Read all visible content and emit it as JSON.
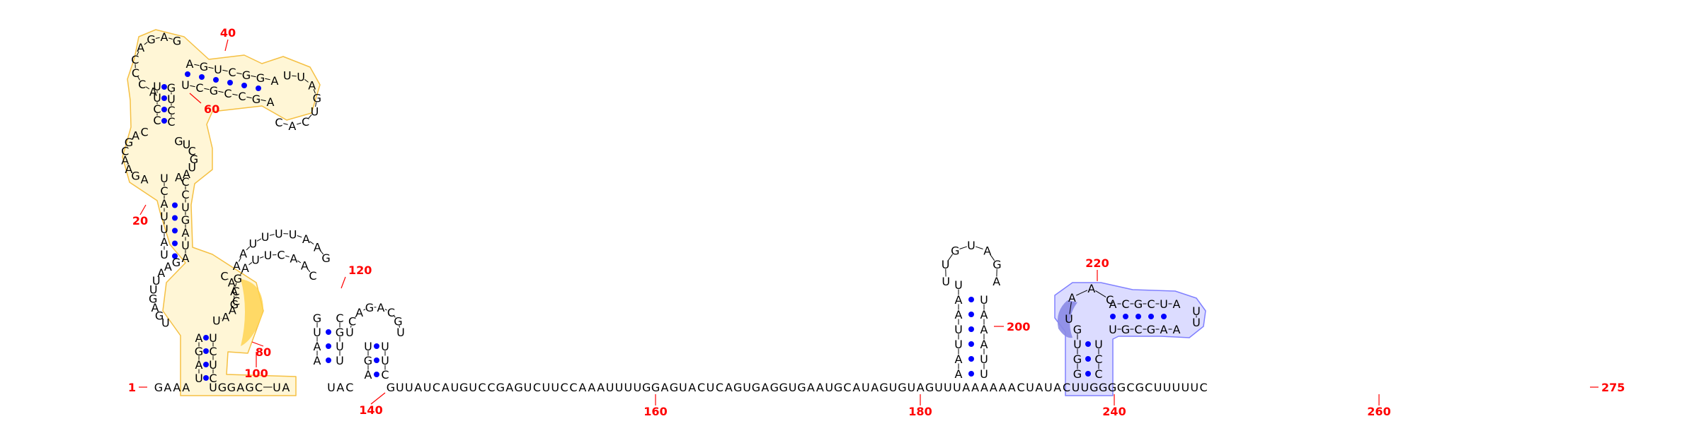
{
  "diagram": {
    "type": "rna-secondary-structure",
    "length_label": "275",
    "colors": {
      "nucleotide": "#000000",
      "base_pair": "#0000ff",
      "backbone": "#000000",
      "position_label": "#ff0000",
      "highlight_yellow_fill": "#fff6d6",
      "highlight_yellow_stroke": "#f5c043",
      "highlight_yellow_dark": "#ffd24a",
      "highlight_blue_fill": "#dcdcff",
      "highlight_blue_stroke": "#8080ff",
      "highlight_blue_dark": "#8a8ae6"
    },
    "position_labels": [
      "1",
      "20",
      "40",
      "60",
      "80",
      "100",
      "120",
      "140",
      "160",
      "180",
      "200",
      "220",
      "240",
      "260",
      "275"
    ],
    "tail_sequence": "GUUAUCAUGUCCGAGUCUUCCAAAUUUUGGAGUACUCAGUGAGGUGAAUGCAUAGUGUAGUUUAAAAAACUAUACUUGGGGCGCUUUUUC",
    "five_prime": "GAAAUGGAGCUAUAC",
    "helix_1_5p": "AGA",
    "helix_1_3p": "UCU",
    "bulge_1": "UGAGUUAAG",
    "helix_2_5p": "UAUUACU",
    "helix_2_3p": "AUAGUCC",
    "internal_loop": "AGAACGAC",
    "internal_loop_2": "GUCGUAA",
    "helix_3": "CCUU",
    "helix_3b": "CCUG",
    "apical_1": "ACCCAGAG",
    "helix_4_5p": "AGUCGGA",
    "helix_4_3p": "UCGCCGA",
    "apical_2": "UUAGUCAC",
    "multiloop_a": "GAGAUUCAAC",
    "multiloop_b": "AAUUUUAAG",
    "hp_120": "AUGUCA",
    "hp_120_loop": "GACGU",
    "hp_140": "AGU",
    "hp_140b": "CUU",
    "hp_200_5p": "AAUUAAU",
    "hp_200_3p": "UUAAAU",
    "hp_200_loop": "UUGUAGA",
    "hp_220_5p": "GGUG",
    "hp_220_3p": "CCU",
    "hp_220_loop": "UAAC",
    "hp_220_arm_top": "ACGCUA",
    "hp_220_arm_bot": "UGCGAA",
    "hp_220_tip": "UU"
  }
}
